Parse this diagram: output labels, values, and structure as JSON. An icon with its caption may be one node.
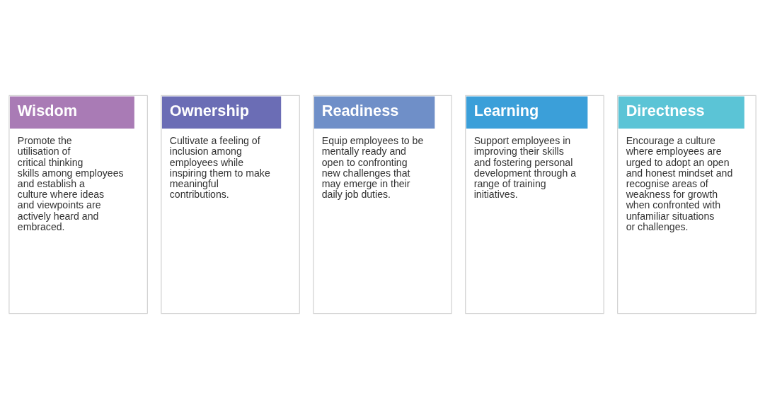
{
  "diagram": {
    "nodes": [
      {
        "text": [
          "Wisdom",
          "Promote the utilisation of critical thinking skills among employees and establish a culture where ideas and viewpoints are actively heard and embraced."
        ]
      },
      {
        "text": [
          "Ownership",
          "Cultivate a feeling of inclusion among employees while inspiring them to make meaningful contributions."
        ]
      },
      {
        "text": [
          "Readiness",
          "Equip employees to be mentally ready and open to confronting new challenges that may emerge in their daily job duties."
        ]
      },
      {
        "text": [
          "Learning",
          "Support employees in improving their skills and fostering personal development through a range of training initiatives."
        ]
      },
      {
        "text": [
          "Directness",
          "Encourage a culture where employees are urged to adopt an open and honest mindset and recognise areas of weakness for growth when confronted with unfamiliar situations or challenges."
        ]
      }
    ]
  }
}
